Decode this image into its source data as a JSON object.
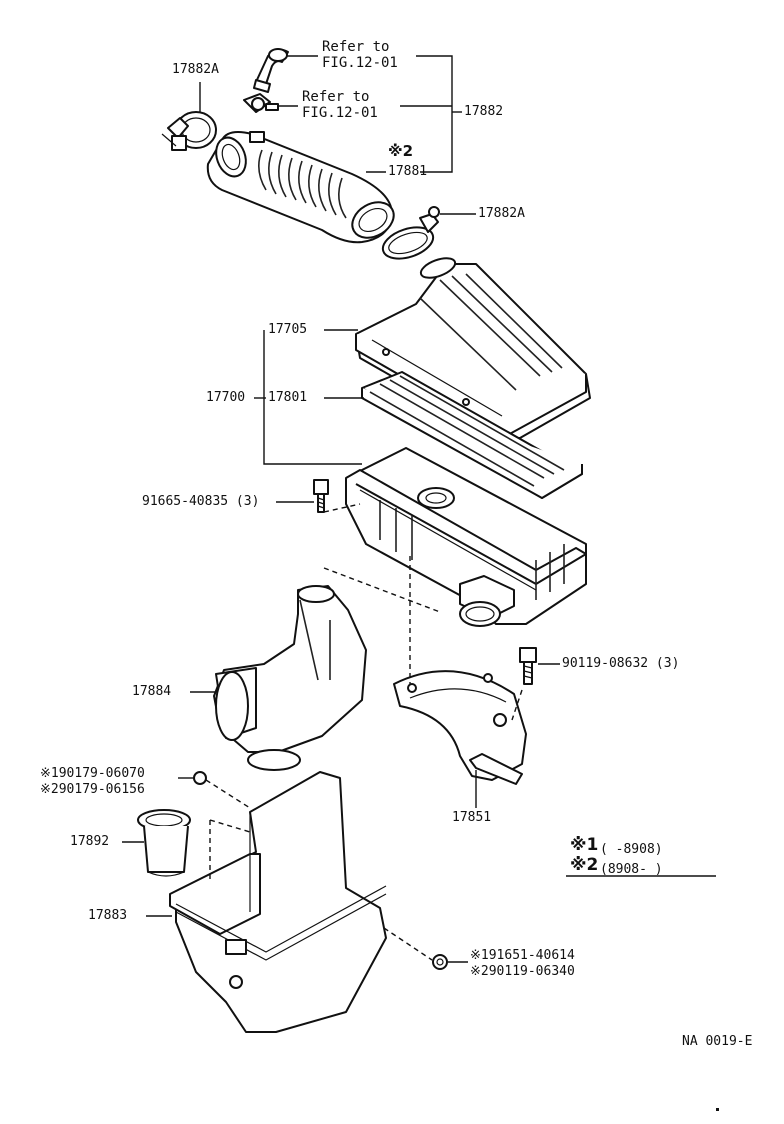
{
  "labels": {
    "hose_clamp_top": "17882A",
    "refer1_line1": "Refer to",
    "refer1_line2": "FIG.12-01",
    "refer2_line1": "Refer to",
    "refer2_line2": "FIG.12-01",
    "hose_assembly": "17882",
    "note_mark_2": "※2",
    "intake_hose": "17881",
    "hose_clamp_lower": "17882A",
    "cap_sub_assembly": "17705",
    "cleaner_assembly": "17700",
    "element": "17801",
    "bolt_91665": "91665-40835 (3)",
    "bolt_90119": "90119-08632 (3)",
    "inlet_duct": "17884",
    "bracket": "17851",
    "grommet_1": "※190179-06070",
    "grommet_2": "※290179-06156",
    "resonator_pipe": "17892",
    "resonator": "17883",
    "bolt_191651": "※191651-40614",
    "bolt_290119": "※290119-06340",
    "legend_1_mark": "※1",
    "legend_1_range": "(      -8908)",
    "legend_2_mark": "※2",
    "legend_2_range": "(8908-       )",
    "figure_code": "NA 0019-E"
  }
}
